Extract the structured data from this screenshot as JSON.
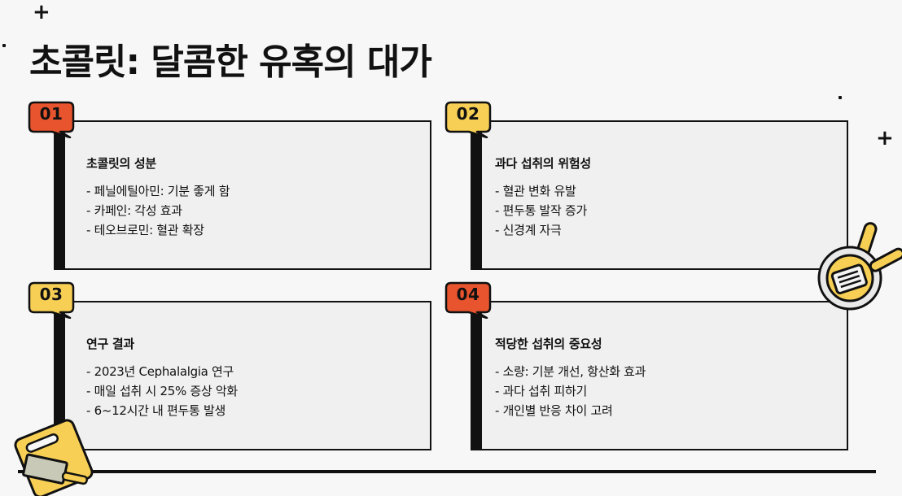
{
  "title": "초콜릿: 달콤한 유혹의 대가",
  "cards": [
    {
      "number": "01",
      "heading": "초콜릿의 성분",
      "items": [
        "- 페닐에틸아민: 기분 좋게 함",
        "- 카페인: 각성 효과",
        "- 테오브로민: 혈관 확장"
      ]
    },
    {
      "number": "02",
      "heading": "과다 섭취의 위험성",
      "items": [
        "- 혈관 변화 유발",
        "- 편두통 발작 증가",
        "- 신경계 자극"
      ]
    },
    {
      "number": "03",
      "heading": "연구 결과",
      "items": [
        "- 2023년 Cephalalgia 연구",
        "- 매일 섭취 시 25% 증상 악화",
        "- 6~12시간 내 편두통 발생"
      ]
    },
    {
      "number": "04",
      "heading": "적당한 섭취의 중요성",
      "items": [
        "- 소량: 기분 개선, 항산화 효과",
        "- 과다 섭취 피하기",
        "- 개인별 반응 차이 고려"
      ]
    }
  ],
  "colors": {
    "orange": "#e8542e",
    "yellow": "#f7cf55",
    "dark": "#111111",
    "card_bg": "#f0f0f0",
    "page_bg": "#f7f7f7"
  },
  "icons": [
    "plus-icon",
    "pan-icon",
    "cutting-board-icon"
  ]
}
